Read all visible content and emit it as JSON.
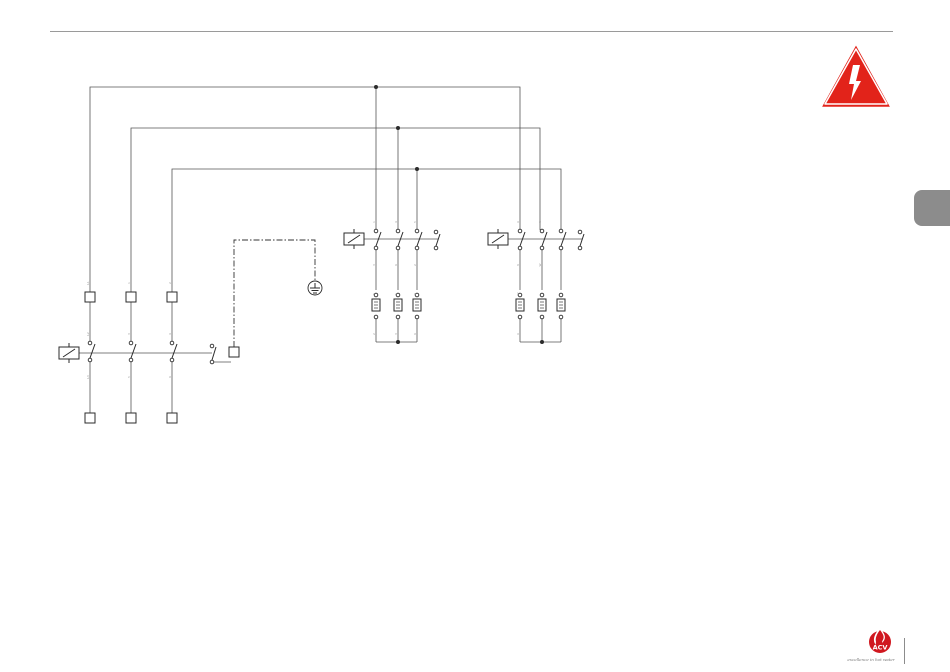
{
  "theme": {
    "rule_color": "#9a9a9a",
    "tab_color": "#8c8c8c",
    "warning_red": "#e2231a",
    "logo_red": "#d0171f"
  },
  "header": {
    "side_tab_label": ""
  },
  "warning_sign": {
    "icon": "electrical-hazard-icon"
  },
  "diagram": {
    "terminal_labels": [
      "L1",
      "L2",
      "L3",
      "1",
      "3",
      "5",
      "2",
      "4",
      "6",
      "1",
      "3",
      "5",
      "2",
      "4",
      "6",
      "1",
      "3",
      "5",
      "2",
      "4",
      "6",
      "U",
      "V",
      "W",
      "U",
      "V",
      "W"
    ]
  },
  "footer": {
    "logo_text": "ACV",
    "tagline": "excellence in hot water"
  }
}
